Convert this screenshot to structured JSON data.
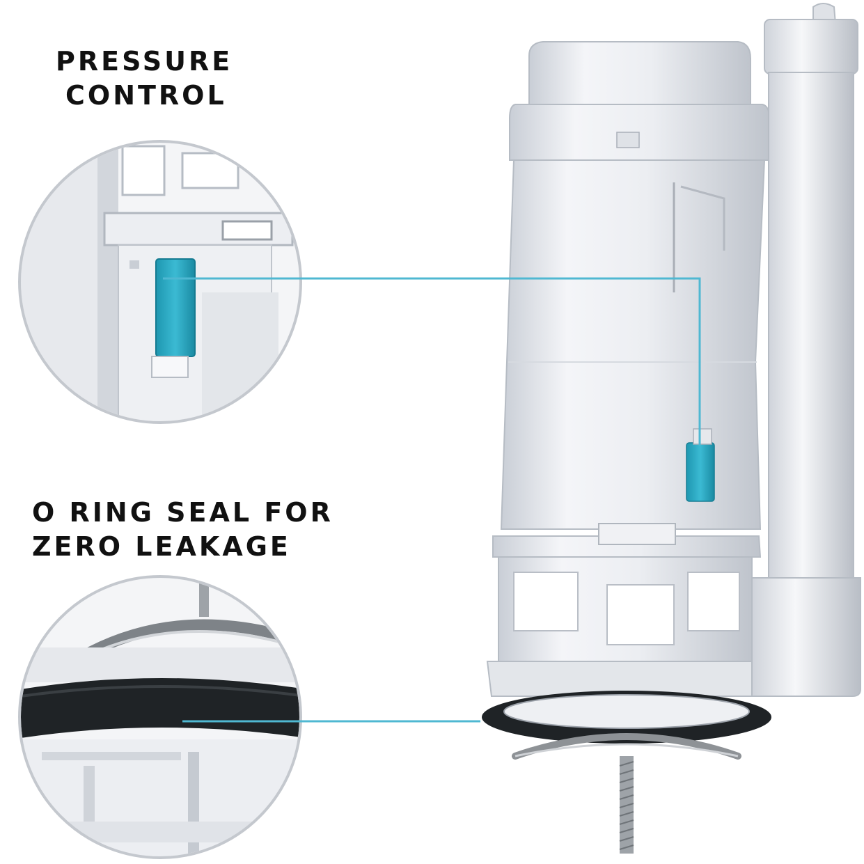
{
  "callouts": {
    "pressure_control": {
      "lines": [
        "PRESSURE",
        "CONTROL"
      ]
    },
    "oring_seal": {
      "lines": [
        "O RING SEAL FOR",
        "ZERO LEAKAGE"
      ]
    }
  },
  "colors": {
    "accent_teal": "#2fb0c9",
    "leader_line": "#4fb8d2",
    "plastic_white": "#eceef2",
    "plastic_shadow": "#c7ccd4",
    "seal_black": "#1f2326",
    "spring_steel": "#8e9296",
    "text": "#111111"
  },
  "icons": {
    "pressure_zoom": "magnified-pressure-valve-icon",
    "oring_zoom": "magnified-oring-seal-icon"
  }
}
